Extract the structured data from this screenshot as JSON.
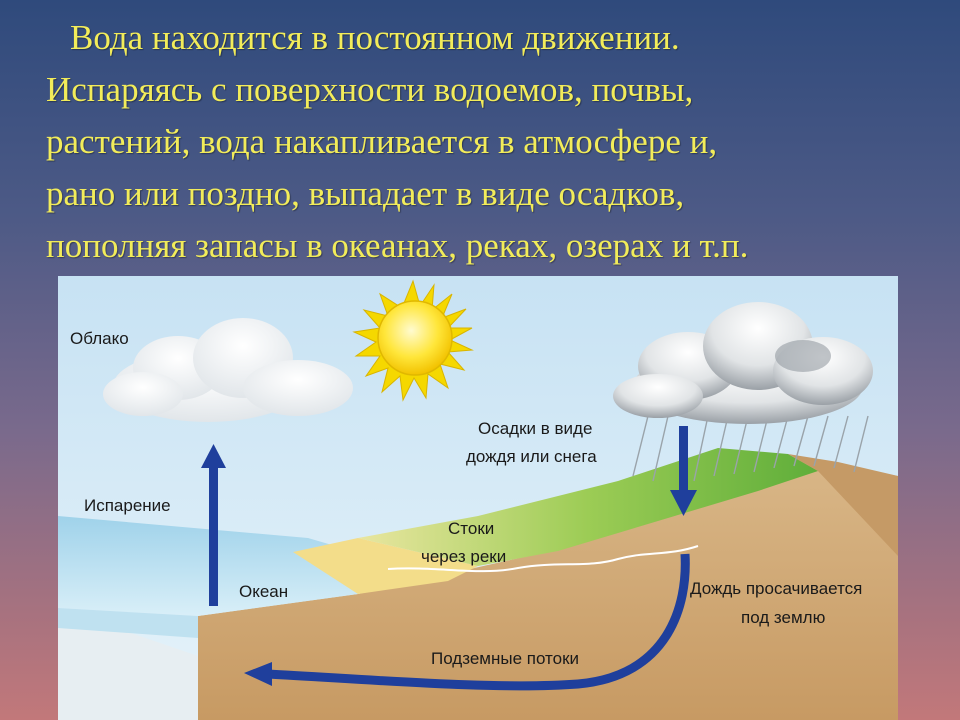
{
  "paragraph": [
    "Вода находится в постоянном движении.",
    "Испаряясь с поверхности водоемов, почвы,",
    "растений, вода накапливается в атмосфере и,",
    "рано или поздно, выпадает в виде осадков,",
    "пополняя запасы в океанах, реках, озерах и т.п."
  ],
  "diagram": {
    "labels": {
      "cloud": "Облако",
      "evaporation": "Испарение",
      "ocean": "Океан",
      "precip_1": "Осадки в виде",
      "precip_2": "дождя или снега",
      "runoff_1": "Стоки",
      "runoff_2": "через реки",
      "seepage_1": "Дождь просачивается",
      "seepage_2": "под землю",
      "groundwater": "Подземные потоки"
    }
  }
}
